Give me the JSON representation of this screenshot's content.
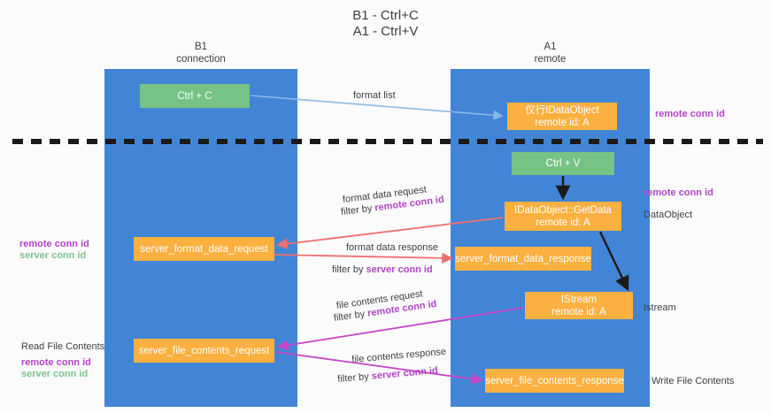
{
  "title": {
    "line1": "B1 - Ctrl+C",
    "line2": "A1 - Ctrl+V"
  },
  "lanes": [
    {
      "id": "b1",
      "name": "B1",
      "role": "connection",
      "color": "#4285d6"
    },
    {
      "id": "a1",
      "name": "A1",
      "role": "remote",
      "color": "#4285d6"
    }
  ],
  "boxes": {
    "ctrl_c": {
      "label": "Ctrl + C",
      "color": "#77c285"
    },
    "data_object": {
      "line1": "仅行IDataObject",
      "line2": "remote id: A",
      "color": "#fbb040"
    },
    "ctrl_v": {
      "label": "Ctrl + V",
      "color": "#77c285"
    },
    "get_data": {
      "line1": "IDataObject::GetData",
      "line2": "remote id: A",
      "color": "#fbb040"
    },
    "server_format_data_request": {
      "label": "server_format_data_request",
      "color": "#fbb040"
    },
    "server_format_data_response": {
      "label": "server_format_data_response",
      "color": "#fbb040"
    },
    "istream": {
      "line1": "IStream",
      "line2": "remote id: A",
      "color": "#fbb040"
    },
    "server_file_contents_request": {
      "label": "server_file_contents_request",
      "color": "#fbb040"
    },
    "server_file_contents_response": {
      "label": "server_file_contents_response",
      "color": "#fbb040"
    }
  },
  "arrows": {
    "format_list": {
      "label": "format list",
      "color": "#8bb9e8"
    },
    "format_data_request": {
      "label": "format data request",
      "filter_prefix": "filter by ",
      "filter_target": "remote conn id",
      "color": "#ef6f6f"
    },
    "format_data_response": {
      "label": "format data response",
      "filter_prefix": "filter by ",
      "filter_target": "server conn id",
      "color": "#ef6f6f"
    },
    "file_contents_request": {
      "label": "file contents request",
      "filter_prefix": "filter by ",
      "filter_target": "remote conn id",
      "color": "#c545c9"
    },
    "file_contents_response": {
      "label": "file contents response",
      "filter_prefix": "filter by ",
      "filter_target": "server conn id",
      "color": "#c545c9"
    },
    "ctrl_v_to_getdata": {
      "color": "#1a1a1a"
    },
    "getdata_to_istream": {
      "color": "#1a1a1a"
    }
  },
  "annotations": {
    "right_remote_conn_id_top": "remote conn id",
    "right_remote_conn_id_mid": "remote conn id",
    "right_data_object": "DataObject",
    "right_istream": "Istream",
    "right_write_file_contents": "Write File Contents",
    "left_remote_conn_id_mid": "remote conn id",
    "left_server_conn_id_mid": "server conn id",
    "left_read_file_contents": "Read File Contents",
    "left_remote_conn_id_bottom": "remote conn id",
    "left_server_conn_id_bottom": "server conn id"
  },
  "divider": {
    "color": "#1a1a1a",
    "style": "dashed"
  },
  "colors": {
    "lane": "#4285d6",
    "green_box": "#77c285",
    "orange_box": "#fbb040",
    "purple_text": "#b244c8",
    "green_text": "#79c48d",
    "red_arrow": "#ef6f6f",
    "magenta_arrow": "#c545c9",
    "blue_arrow": "#8bb9e8",
    "background": "#fbfbfb"
  }
}
